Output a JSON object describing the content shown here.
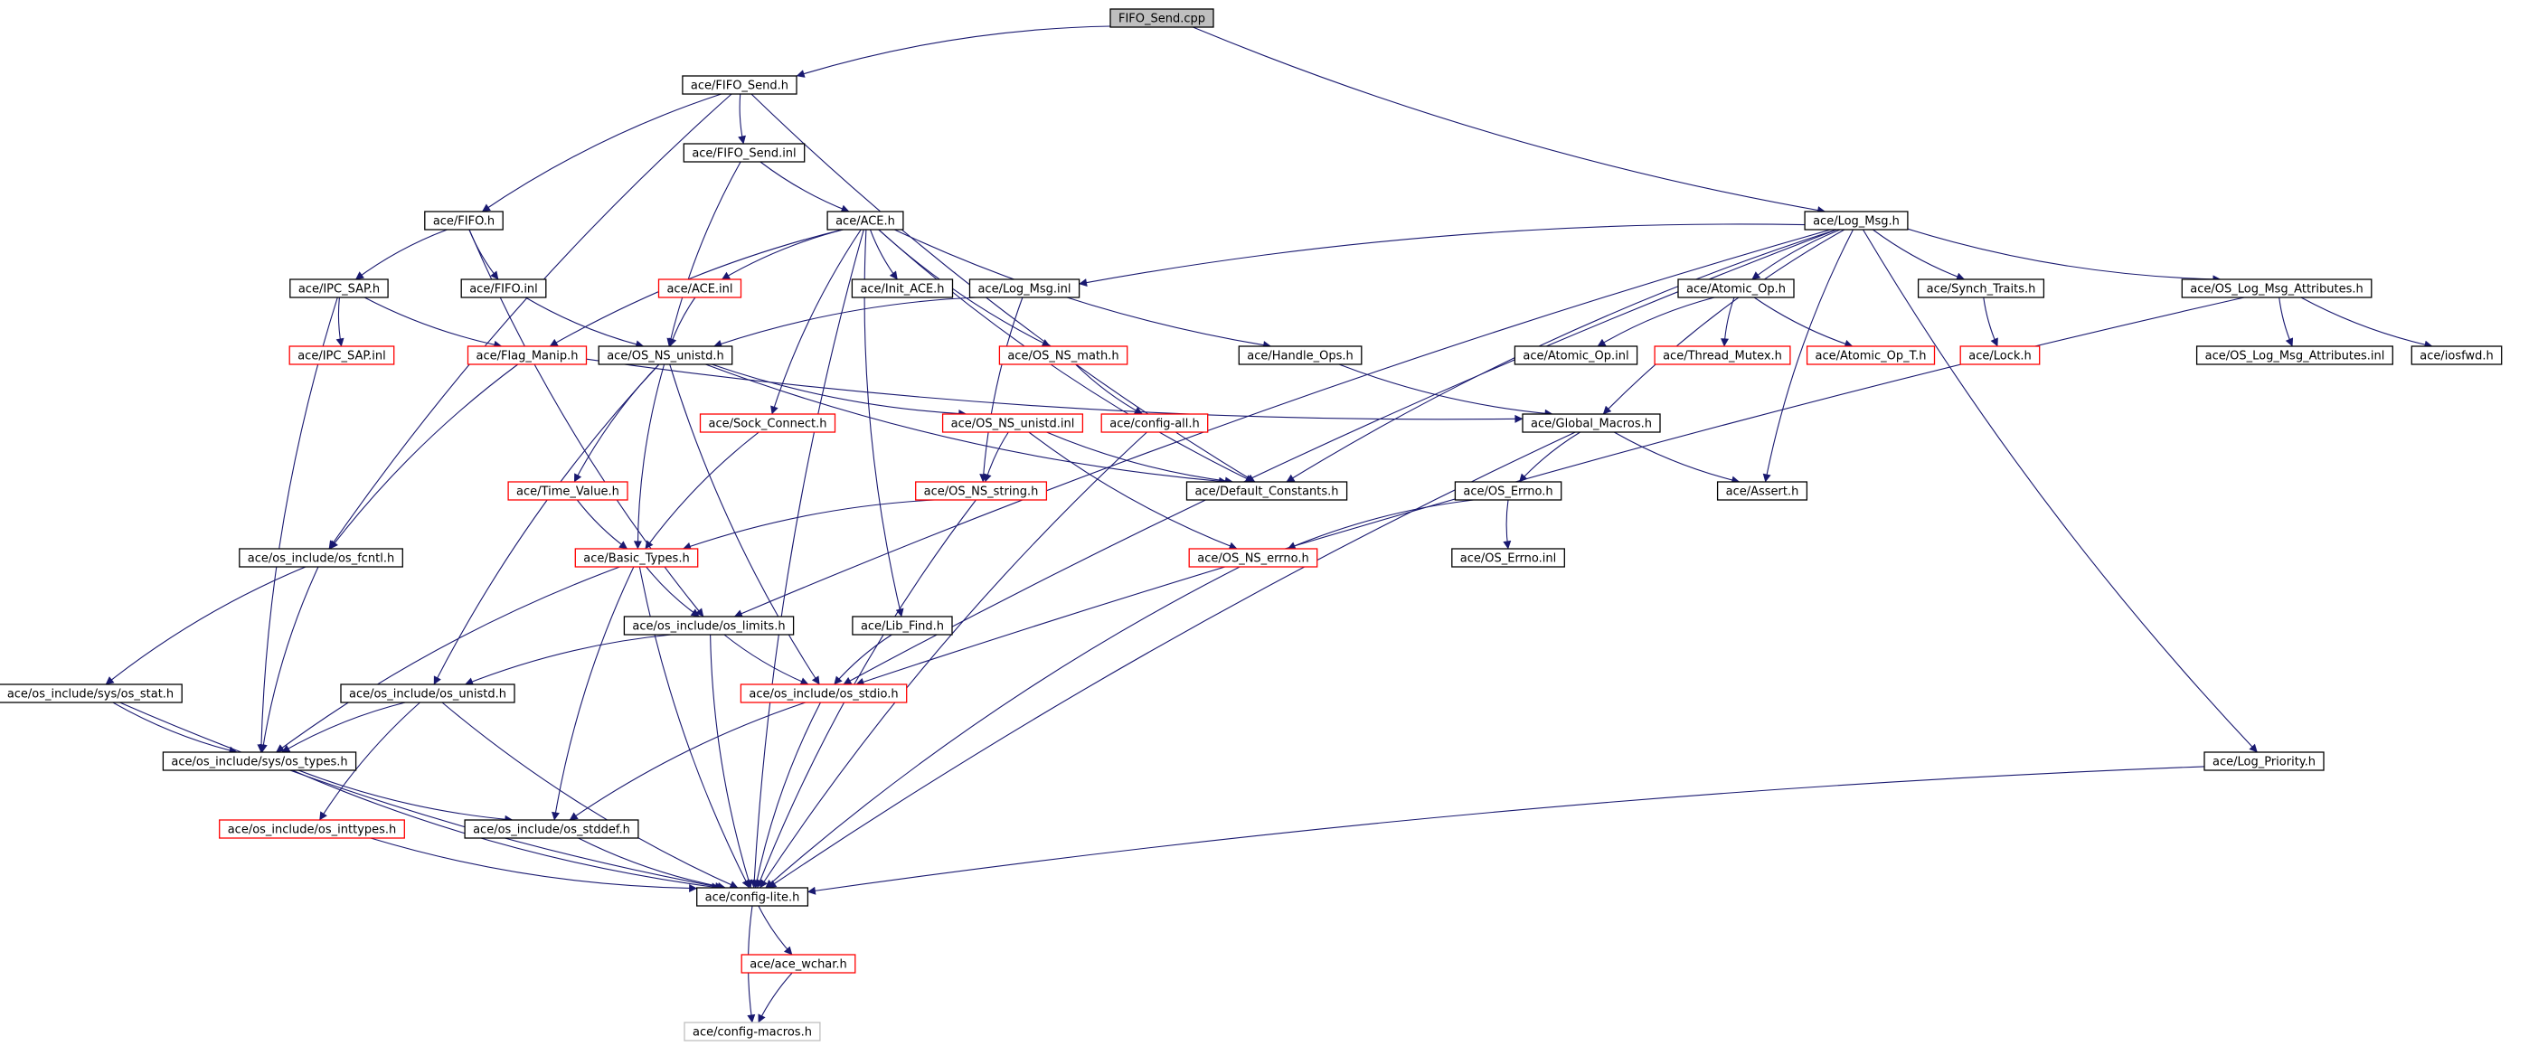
{
  "diagram": {
    "type": "include-dependency-graph",
    "colors": {
      "edge": "#191970",
      "normal_border": "#000000",
      "incomplete_border": "#ff0000",
      "external_border": "#bfbfbf",
      "root_fill": "#bfbfbf"
    },
    "nodes": [
      {
        "id": "fifo_send_cpp",
        "label": "FIFO_Send.cpp",
        "style": "root"
      },
      {
        "id": "fifo_send_h",
        "label": "ace/FIFO_Send.h",
        "style": "normal"
      },
      {
        "id": "fifo_send_inl",
        "label": "ace/FIFO_Send.inl",
        "style": "normal"
      },
      {
        "id": "log_msg_h",
        "label": "ace/Log_Msg.h",
        "style": "normal"
      },
      {
        "id": "fifo_h",
        "label": "ace/FIFO.h",
        "style": "normal"
      },
      {
        "id": "ace_h",
        "label": "ace/ACE.h",
        "style": "normal"
      },
      {
        "id": "ipc_sap_h",
        "label": "ace/IPC_SAP.h",
        "style": "normal"
      },
      {
        "id": "fifo_inl",
        "label": "ace/FIFO.inl",
        "style": "normal"
      },
      {
        "id": "ace_inl",
        "label": "ace/ACE.inl",
        "style": "incomplete"
      },
      {
        "id": "init_ace_h",
        "label": "ace/Init_ACE.h",
        "style": "normal"
      },
      {
        "id": "log_msg_inl",
        "label": "ace/Log_Msg.inl",
        "style": "normal"
      },
      {
        "id": "atomic_op_h",
        "label": "ace/Atomic_Op.h",
        "style": "normal"
      },
      {
        "id": "synch_traits_h",
        "label": "ace/Synch_Traits.h",
        "style": "normal"
      },
      {
        "id": "os_log_msg_attr_h",
        "label": "ace/OS_Log_Msg_Attributes.h",
        "style": "normal"
      },
      {
        "id": "ipc_sap_inl",
        "label": "ace/IPC_SAP.inl",
        "style": "incomplete"
      },
      {
        "id": "flag_manip_h",
        "label": "ace/Flag_Manip.h",
        "style": "incomplete"
      },
      {
        "id": "os_ns_unistd_h",
        "label": "ace/OS_NS_unistd.h",
        "style": "normal"
      },
      {
        "id": "os_ns_math_h",
        "label": "ace/OS_NS_math.h",
        "style": "incomplete"
      },
      {
        "id": "handle_ops_h",
        "label": "ace/Handle_Ops.h",
        "style": "normal"
      },
      {
        "id": "atomic_op_inl",
        "label": "ace/Atomic_Op.inl",
        "style": "normal"
      },
      {
        "id": "thread_mutex_h",
        "label": "ace/Thread_Mutex.h",
        "style": "incomplete"
      },
      {
        "id": "atomic_op_t_h",
        "label": "ace/Atomic_Op_T.h",
        "style": "incomplete"
      },
      {
        "id": "lock_h",
        "label": "ace/Lock.h",
        "style": "incomplete"
      },
      {
        "id": "os_log_msg_attr_inl",
        "label": "ace/OS_Log_Msg_Attributes.inl",
        "style": "normal"
      },
      {
        "id": "iosfwd_h",
        "label": "ace/iosfwd.h",
        "style": "normal"
      },
      {
        "id": "sock_connect_h",
        "label": "ace/Sock_Connect.h",
        "style": "incomplete"
      },
      {
        "id": "os_ns_unistd_inl",
        "label": "ace/OS_NS_unistd.inl",
        "style": "incomplete"
      },
      {
        "id": "config_all_h",
        "label": "ace/config-all.h",
        "style": "incomplete"
      },
      {
        "id": "global_macros_h",
        "label": "ace/Global_Macros.h",
        "style": "normal"
      },
      {
        "id": "time_value_h",
        "label": "ace/Time_Value.h",
        "style": "incomplete"
      },
      {
        "id": "os_ns_string_h",
        "label": "ace/OS_NS_string.h",
        "style": "incomplete"
      },
      {
        "id": "default_constants_h",
        "label": "ace/Default_Constants.h",
        "style": "normal"
      },
      {
        "id": "os_errno_h",
        "label": "ace/OS_Errno.h",
        "style": "normal"
      },
      {
        "id": "assert_h",
        "label": "ace/Assert.h",
        "style": "normal"
      },
      {
        "id": "os_fcntl_h",
        "label": "ace/os_include/os_fcntl.h",
        "style": "normal"
      },
      {
        "id": "basic_types_h",
        "label": "ace/Basic_Types.h",
        "style": "incomplete"
      },
      {
        "id": "os_ns_errno_h",
        "label": "ace/OS_NS_errno.h",
        "style": "incomplete"
      },
      {
        "id": "os_errno_inl",
        "label": "ace/OS_Errno.inl",
        "style": "normal"
      },
      {
        "id": "os_limits_h",
        "label": "ace/os_include/os_limits.h",
        "style": "normal"
      },
      {
        "id": "lib_find_h",
        "label": "ace/Lib_Find.h",
        "style": "normal"
      },
      {
        "id": "os_stat_h",
        "label": "ace/os_include/sys/os_stat.h",
        "style": "normal"
      },
      {
        "id": "os_unistd_h",
        "label": "ace/os_include/os_unistd.h",
        "style": "normal"
      },
      {
        "id": "os_stdio_h",
        "label": "ace/os_include/os_stdio.h",
        "style": "incomplete"
      },
      {
        "id": "os_types_h",
        "label": "ace/os_include/sys/os_types.h",
        "style": "normal"
      },
      {
        "id": "log_priority_h",
        "label": "ace/Log_Priority.h",
        "style": "normal"
      },
      {
        "id": "os_inttypes_h",
        "label": "ace/os_include/os_inttypes.h",
        "style": "incomplete"
      },
      {
        "id": "os_stddef_h",
        "label": "ace/os_include/os_stddef.h",
        "style": "normal"
      },
      {
        "id": "config_lite_h",
        "label": "ace/config-lite.h",
        "style": "normal"
      },
      {
        "id": "ace_wchar_h",
        "label": "ace/ace_wchar.h",
        "style": "incomplete"
      },
      {
        "id": "config_macros_h",
        "label": "ace/config-macros.h",
        "style": "external"
      }
    ],
    "edges": [
      [
        "fifo_send_cpp",
        "fifo_send_h"
      ],
      [
        "fifo_send_cpp",
        "log_msg_h"
      ],
      [
        "fifo_send_h",
        "fifo_h"
      ],
      [
        "fifo_send_h",
        "fifo_send_inl"
      ],
      [
        "fifo_send_h",
        "os_fcntl_h"
      ],
      [
        "fifo_send_h",
        "default_constants_h"
      ],
      [
        "fifo_send_inl",
        "ace_h"
      ],
      [
        "fifo_send_inl",
        "os_ns_unistd_h"
      ],
      [
        "fifo_h",
        "ipc_sap_h"
      ],
      [
        "fifo_h",
        "fifo_inl"
      ],
      [
        "fifo_h",
        "os_limits_h"
      ],
      [
        "ipc_sap_h",
        "ipc_sap_inl"
      ],
      [
        "ipc_sap_h",
        "flag_manip_h"
      ],
      [
        "ipc_sap_h",
        "os_types_h"
      ],
      [
        "fifo_inl",
        "os_ns_unistd_h"
      ],
      [
        "ace_h",
        "ace_inl"
      ],
      [
        "ace_h",
        "init_ace_h"
      ],
      [
        "ace_h",
        "flag_manip_h"
      ],
      [
        "ace_h",
        "os_ns_math_h"
      ],
      [
        "ace_h",
        "handle_ops_h"
      ],
      [
        "ace_h",
        "sock_connect_h"
      ],
      [
        "ace_h",
        "lib_find_h"
      ],
      [
        "ace_h",
        "default_constants_h"
      ],
      [
        "ace_h",
        "config_lite_h"
      ],
      [
        "ace_inl",
        "os_ns_unistd_h"
      ],
      [
        "log_msg_h",
        "log_msg_inl"
      ],
      [
        "log_msg_h",
        "atomic_op_h"
      ],
      [
        "log_msg_h",
        "synch_traits_h"
      ],
      [
        "log_msg_h",
        "os_log_msg_attr_h"
      ],
      [
        "log_msg_h",
        "default_constants_h"
      ],
      [
        "log_msg_h",
        "global_macros_h"
      ],
      [
        "log_msg_h",
        "assert_h"
      ],
      [
        "log_msg_h",
        "log_priority_h"
      ],
      [
        "log_msg_h",
        "os_limits_h"
      ],
      [
        "log_msg_h",
        "os_stdio_h"
      ],
      [
        "log_msg_inl",
        "os_ns_unistd_h"
      ],
      [
        "log_msg_inl",
        "os_ns_string_h"
      ],
      [
        "atomic_op_h",
        "atomic_op_inl"
      ],
      [
        "atomic_op_h",
        "thread_mutex_h"
      ],
      [
        "atomic_op_h",
        "atomic_op_t_h"
      ],
      [
        "synch_traits_h",
        "lock_h"
      ],
      [
        "os_log_msg_attr_h",
        "os_log_msg_attr_inl"
      ],
      [
        "os_log_msg_attr_h",
        "iosfwd_h"
      ],
      [
        "os_log_msg_attr_h",
        "os_stdio_h"
      ],
      [
        "flag_manip_h",
        "global_macros_h"
      ],
      [
        "flag_manip_h",
        "os_fcntl_h"
      ],
      [
        "os_ns_unistd_h",
        "os_ns_unistd_inl"
      ],
      [
        "os_ns_unistd_h",
        "time_value_h"
      ],
      [
        "os_ns_unistd_h",
        "basic_types_h"
      ],
      [
        "os_ns_unistd_h",
        "os_unistd_h"
      ],
      [
        "os_ns_unistd_h",
        "os_stdio_h"
      ],
      [
        "os_ns_unistd_h",
        "default_constants_h"
      ],
      [
        "os_ns_math_h",
        "config_all_h"
      ],
      [
        "handle_ops_h",
        "global_macros_h"
      ],
      [
        "sock_connect_h",
        "basic_types_h"
      ],
      [
        "os_ns_unistd_inl",
        "os_ns_string_h"
      ],
      [
        "os_ns_unistd_inl",
        "os_ns_errno_h"
      ],
      [
        "os_ns_unistd_inl",
        "default_constants_h"
      ],
      [
        "config_all_h",
        "config_lite_h"
      ],
      [
        "global_macros_h",
        "os_errno_h"
      ],
      [
        "global_macros_h",
        "assert_h"
      ],
      [
        "global_macros_h",
        "config_lite_h"
      ],
      [
        "time_value_h",
        "basic_types_h"
      ],
      [
        "os_ns_string_h",
        "basic_types_h"
      ],
      [
        "os_ns_string_h",
        "config_lite_h"
      ],
      [
        "os_errno_h",
        "os_errno_inl"
      ],
      [
        "os_errno_h",
        "os_ns_errno_h"
      ],
      [
        "os_ns_errno_h",
        "config_lite_h"
      ],
      [
        "os_fcntl_h",
        "os_stat_h"
      ],
      [
        "os_fcntl_h",
        "os_types_h"
      ],
      [
        "basic_types_h",
        "os_limits_h"
      ],
      [
        "basic_types_h",
        "os_types_h"
      ],
      [
        "basic_types_h",
        "os_stddef_h"
      ],
      [
        "basic_types_h",
        "config_lite_h"
      ],
      [
        "os_limits_h",
        "os_unistd_h"
      ],
      [
        "os_limits_h",
        "os_stdio_h"
      ],
      [
        "os_limits_h",
        "config_lite_h"
      ],
      [
        "lib_find_h",
        "os_stdio_h"
      ],
      [
        "os_stat_h",
        "os_types_h"
      ],
      [
        "os_stat_h",
        "config_lite_h"
      ],
      [
        "os_unistd_h",
        "os_types_h"
      ],
      [
        "os_unistd_h",
        "os_inttypes_h"
      ],
      [
        "os_unistd_h",
        "config_lite_h"
      ],
      [
        "os_stdio_h",
        "os_stddef_h"
      ],
      [
        "os_stdio_h",
        "config_lite_h"
      ],
      [
        "os_types_h",
        "os_stddef_h"
      ],
      [
        "os_types_h",
        "config_lite_h"
      ],
      [
        "log_priority_h",
        "config_lite_h"
      ],
      [
        "os_inttypes_h",
        "config_lite_h"
      ],
      [
        "os_stddef_h",
        "config_lite_h"
      ],
      [
        "config_lite_h",
        "ace_wchar_h"
      ],
      [
        "config_lite_h",
        "config_macros_h"
      ],
      [
        "ace_wchar_h",
        "config_macros_h"
      ]
    ]
  }
}
